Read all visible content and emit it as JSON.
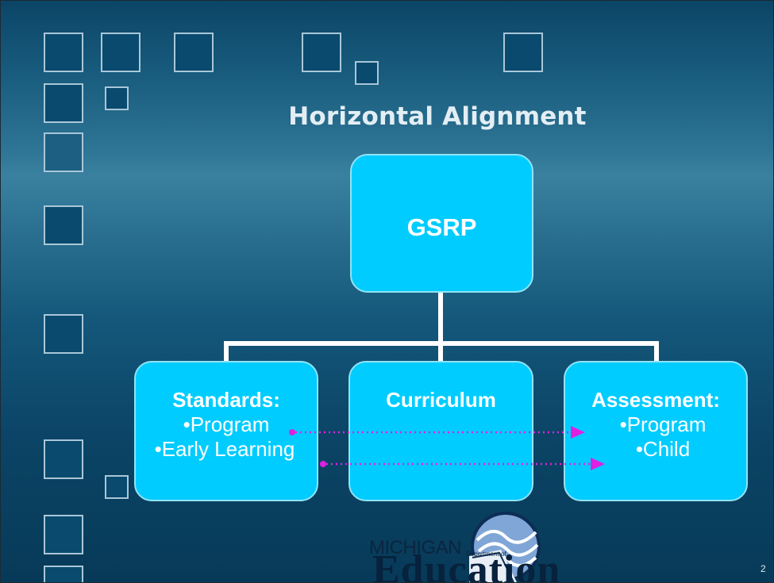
{
  "slide": {
    "title": "Horizontal Alignment",
    "page_number": "2"
  },
  "diagram": {
    "root": {
      "label": "GSRP"
    },
    "children": [
      {
        "heading": "Standards:",
        "items": [
          "•Program",
          "•Early Learning"
        ]
      },
      {
        "heading": "Curriculum",
        "items": []
      },
      {
        "heading": "Assessment:",
        "items": [
          "•Program",
          "•Child"
        ]
      }
    ],
    "alignment_arrows": [
      {
        "from": "•Program",
        "to": "•Program"
      },
      {
        "from": "•Early Learning",
        "to": "•Child"
      }
    ],
    "arrow_color": "#e020e0",
    "box_color": "#00ccff"
  },
  "logo": {
    "line1": "MICHIGAN",
    "line2": "Department of",
    "line3": "Education"
  }
}
